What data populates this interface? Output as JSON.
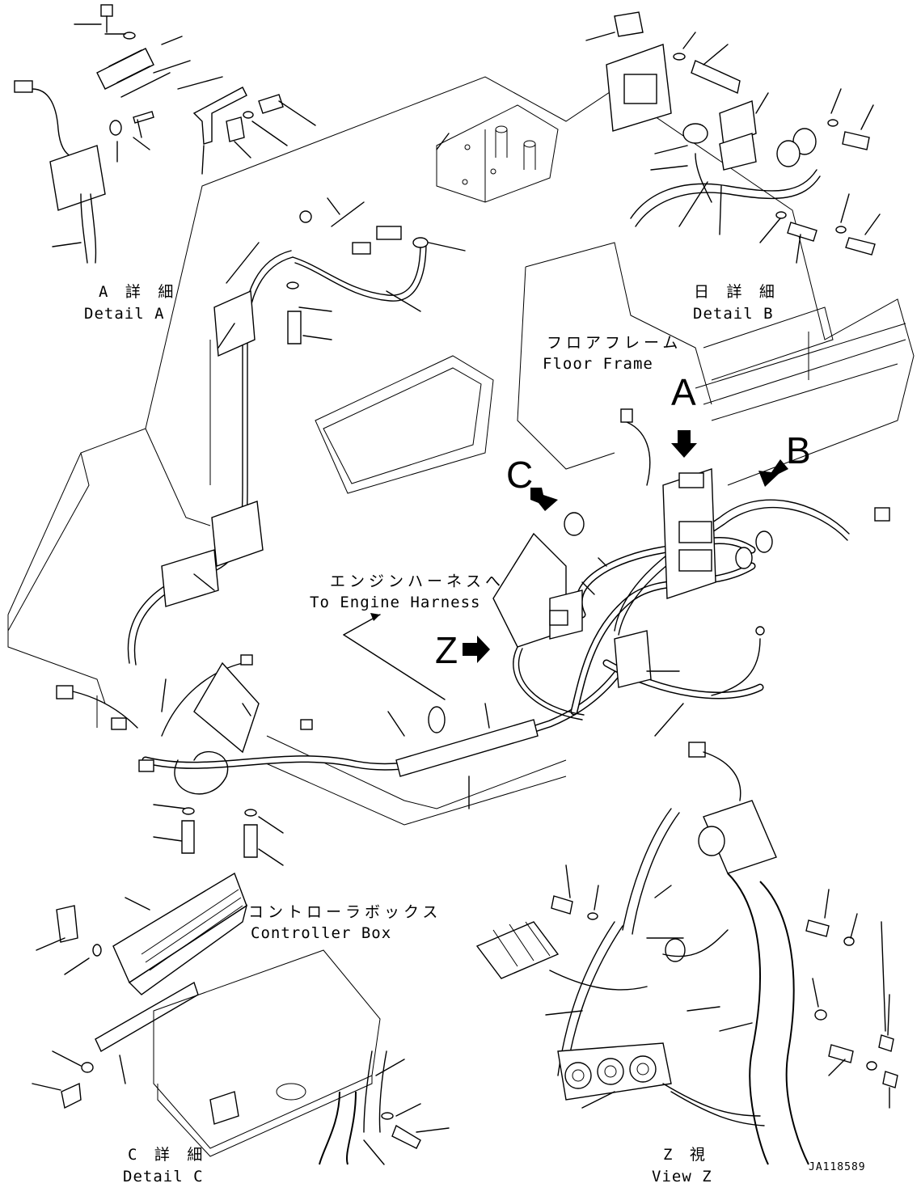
{
  "labels": {
    "detail_a_jp": "A 詳 細",
    "detail_a_en": "Detail A",
    "detail_b_jp": "日 詳 細",
    "detail_b_en": "Detail B",
    "detail_c_jp": "C 詳 細",
    "detail_c_en": "Detail C",
    "view_z_jp": "Z 視",
    "view_z_en": "View Z",
    "floor_frame_jp": "フロアフレーム",
    "floor_frame_en": "Floor Frame",
    "engine_harness_jp": "エンジンハーネスへ",
    "engine_harness_en": "To Engine Harness",
    "controller_box_jp": "コントローラボックス",
    "controller_box_en": "Controller Box",
    "view_letter_a": "A",
    "view_letter_b": "B",
    "view_letter_c": "C",
    "view_letter_z": "Z",
    "drawing_code": "JA118589"
  }
}
